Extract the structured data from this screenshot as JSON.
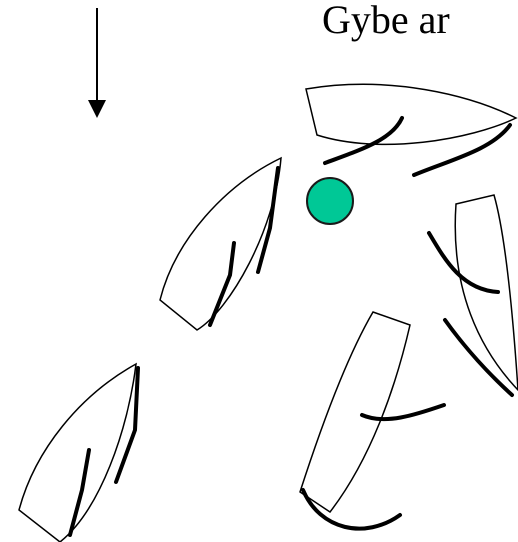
{
  "title": "Gybe ar",
  "colors": {
    "mark_fill": "#00c896",
    "mark_stroke": "#1a1a1a",
    "hull_stroke": "#000000",
    "sail_stroke": "#000000"
  },
  "icons": {
    "wind_arrow": "down-arrow",
    "mark": "circle"
  }
}
